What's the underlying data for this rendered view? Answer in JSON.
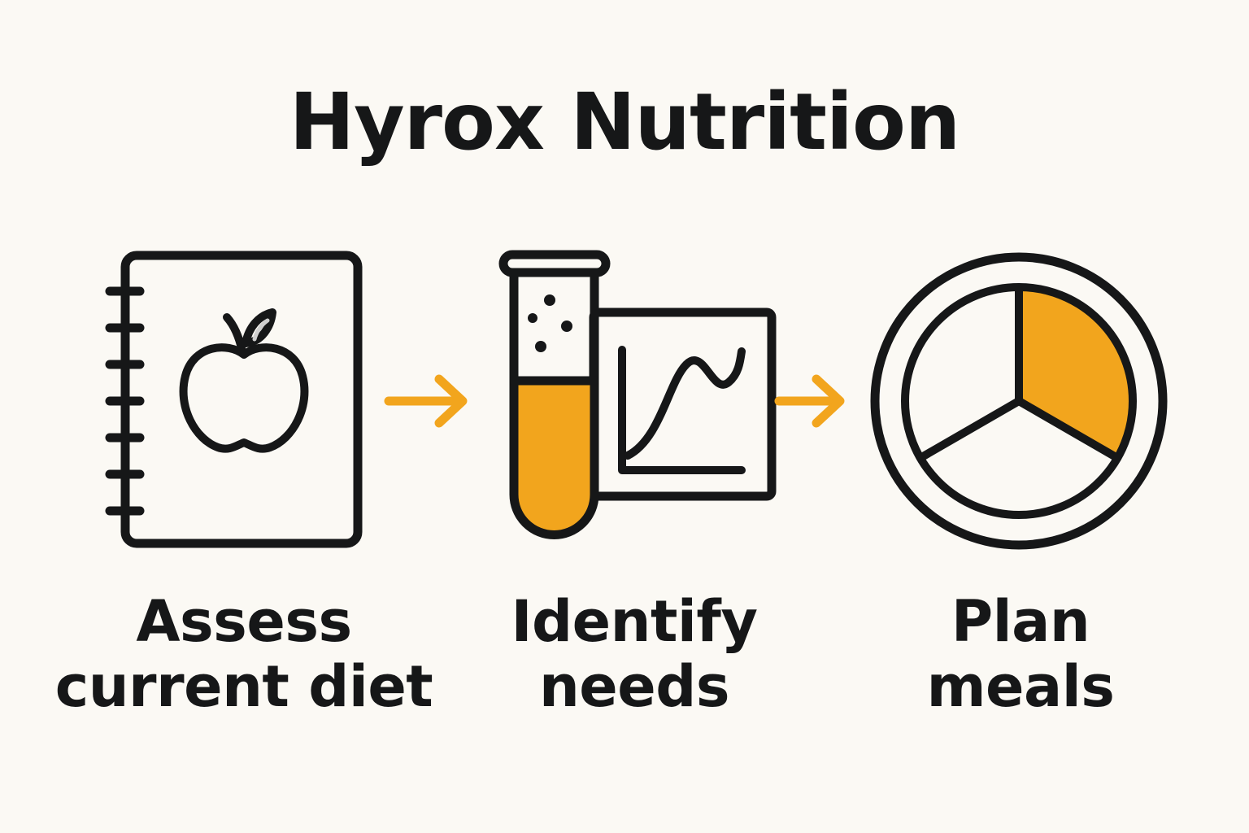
{
  "title": "Hyrox Nutrition",
  "colors": {
    "background": "#fbf9f4",
    "ink": "#161718",
    "accent": "#f2a51d"
  },
  "steps": [
    {
      "line1": "Assess",
      "line2": "current diet",
      "icon": "notebook-apple-icon"
    },
    {
      "line1": "Identify",
      "line2": "needs",
      "icon": "test-tube-chart-icon"
    },
    {
      "line1": "Plan",
      "line2": "meals",
      "icon": "plate-pie-icon"
    }
  ],
  "connectors": [
    "arrow-right-icon",
    "arrow-right-icon"
  ]
}
